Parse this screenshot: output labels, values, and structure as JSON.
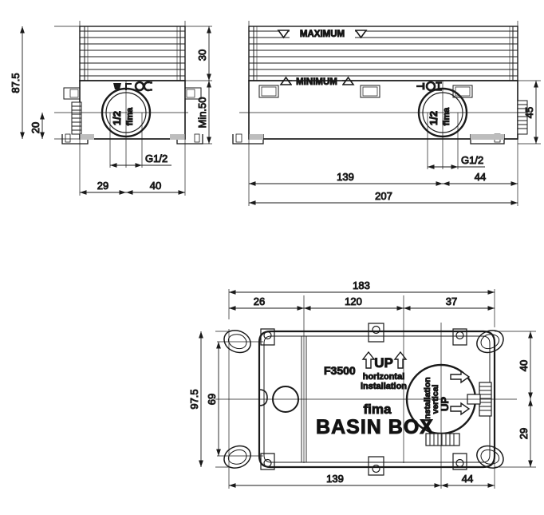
{
  "drawing": {
    "type": "technical-dimension-drawing",
    "product": "fima BASIN BOX",
    "model_code": "F3500",
    "units": "mm",
    "background_color": "#ffffff",
    "line_color": "#1a1a1a"
  },
  "views": {
    "side_view": {
      "name": "side-elevation-view",
      "dimensions": {
        "overall_height": "87.5",
        "fin_height": "30",
        "min_depth": "Min.50",
        "axis_height": "20",
        "left_offset": "29",
        "right_offset": "40",
        "thread": "G1/2"
      },
      "cap_labels": {
        "brand": "fima",
        "size": "1/2"
      }
    },
    "front_view": {
      "name": "front-elevation-view",
      "labels": {
        "maximum": "MAXIMUM",
        "minimum": "MINIMUM"
      },
      "dimensions": {
        "overall_width": "207",
        "left_span": "139",
        "right_span": "44",
        "body_height": "45",
        "thread": "G1/2"
      },
      "cap_labels": {
        "brand": "fima",
        "size": "1/2"
      }
    },
    "plan_view": {
      "name": "plan-top-view",
      "dimensions": {
        "overall_width": "183",
        "left_segment": "26",
        "middle_segment": "120",
        "right_segment": "37",
        "overall_height": "97.5",
        "inner_height": "69",
        "upper_offset": "40",
        "lower_offset": "29",
        "bottom_left_span": "139",
        "bottom_right_span": "44"
      },
      "labels": {
        "model": "F3500",
        "up": "UP",
        "horizontal_line1": "horizontal",
        "horizontal_line2": "installation",
        "vertical_up": "UP",
        "vertical_line1": "vertical",
        "vertical_line2": "installation",
        "brand": "fima",
        "product": "BASIN BOX"
      }
    }
  }
}
